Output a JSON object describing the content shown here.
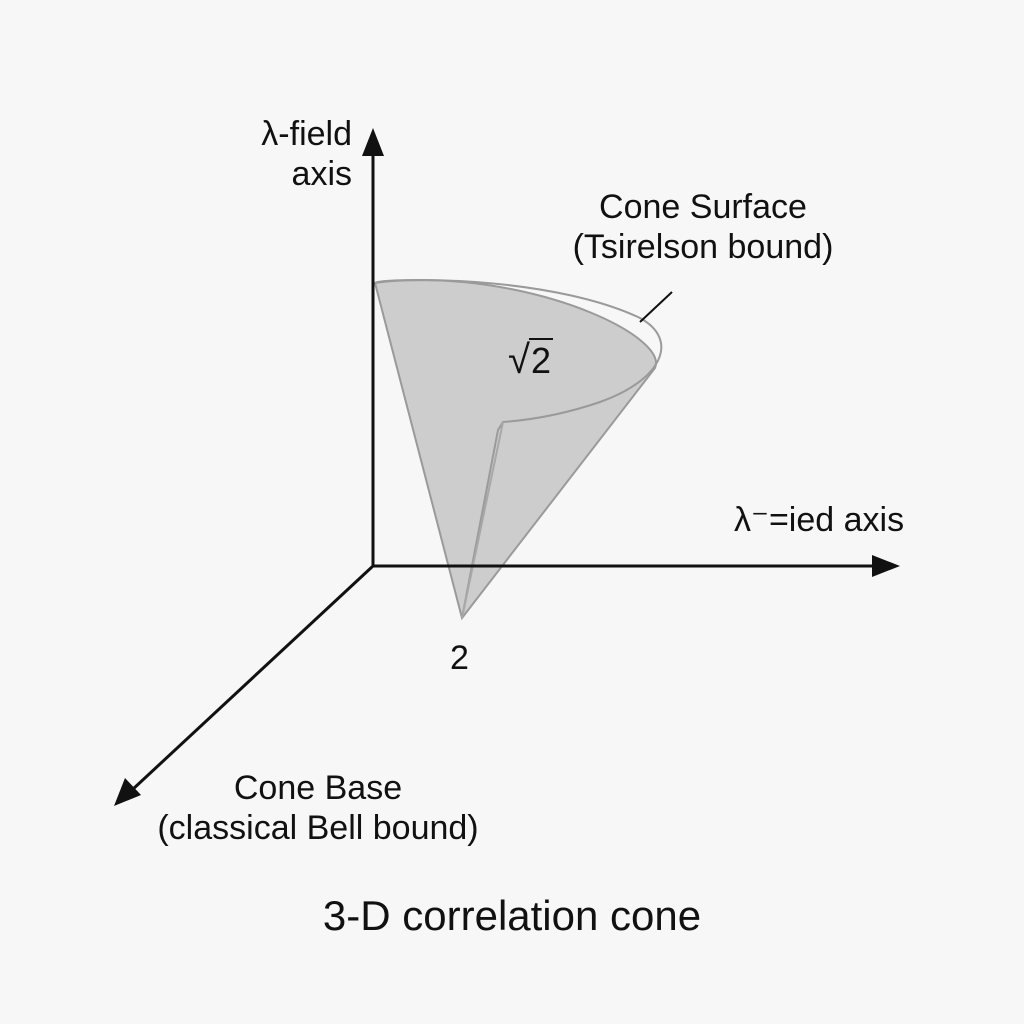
{
  "diagram": {
    "colors": {
      "background": "#f7f7f7",
      "axis": "#111111",
      "cone_fill": "#c8c8c8",
      "cone_stroke": "#9a9a9a"
    },
    "labels": {
      "vertical_axis": [
        "λ-field",
        "axis"
      ],
      "cone_surface": [
        "Cone Surface",
        "(Tsirelson bound)"
      ],
      "sqrt_value": "2",
      "horizontal_axis": "λ⁻=ied axis",
      "apex_value": "2",
      "cone_base": [
        "Cone Base",
        "(classical Bell bound)"
      ]
    },
    "caption": "3-D correlation cone"
  }
}
